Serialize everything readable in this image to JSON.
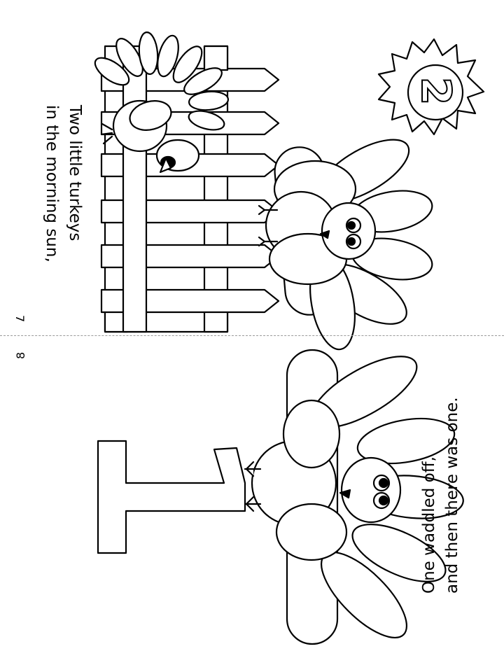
{
  "pages": {
    "top": {
      "verse_line1": "Two little turkeys",
      "verse_line2": "in the morning sun,",
      "page_number": "7",
      "sun_numeral": "2"
    },
    "bottom": {
      "verse_line1": "One waddled off,",
      "verse_line2": "and then there was one.",
      "page_number": "8",
      "big_numeral": "1"
    }
  },
  "colors": {
    "ink": "#000000",
    "paper": "#ffffff",
    "fold_line": "#9a9a9a"
  }
}
